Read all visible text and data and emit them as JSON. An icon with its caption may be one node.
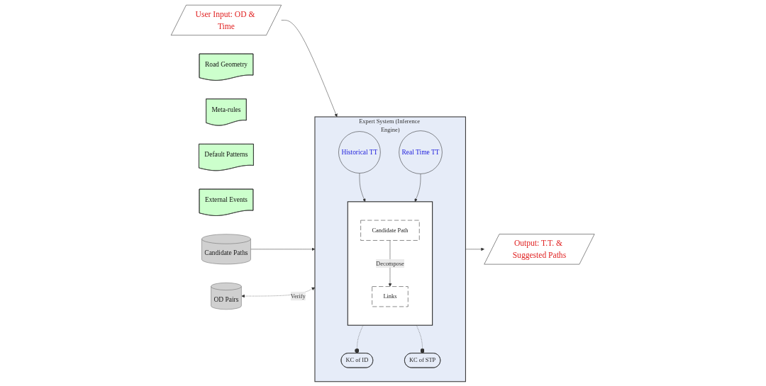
{
  "diagram": {
    "nodes": [
      {
        "text": [
          "User Input: OD & Time"
        ]
      },
      {
        "text": [
          "Expert System (Inference Engine)"
        ]
      },
      {
        "text": [
          "Road Geometry"
        ]
      },
      {
        "text": [
          "Meta-rules"
        ]
      },
      {
        "text": [
          "KC of ID"
        ],
        "in": 1
      },
      {
        "text": [],
        "shape": "box",
        "in": 1
      },
      {
        "text": [
          "Candidate Path"
        ],
        "in": 5
      },
      {
        "text": [
          "Links"
        ],
        "in": 5
      },
      {
        "text": [
          "KC of STP"
        ],
        "in": 1
      },
      {
        "text": [
          "Historical TT"
        ],
        "in": 1
      },
      {
        "text": [
          "Real Time TT"
        ],
        "in": 1
      },
      {
        "text": [
          "Output: T.T. & Suggested Paths"
        ]
      },
      {
        "text": [
          "Default Patterns"
        ]
      },
      {
        "text": [
          "External Events"
        ]
      },
      {
        "text": [
          "Candidate Paths"
        ]
      },
      {
        "text": [
          "OD Pairs"
        ]
      }
    ],
    "edges": [
      {
        "from": 0,
        "to": 1,
        "arrow": "to"
      },
      {
        "from": 1,
        "to": 11,
        "arrow": "to"
      },
      {
        "from": 5,
        "to": 4,
        "arrow": "other",
        "style": "dashed"
      },
      {
        "from": 5,
        "to": 8,
        "arrow": "other",
        "style": "dashed"
      },
      {
        "from": 6,
        "to": 7,
        "arrow": "to",
        "label": "Decompose"
      },
      {
        "from": 9,
        "to": 5,
        "arrow": "to"
      },
      {
        "from": 10,
        "to": 5,
        "arrow": "to"
      },
      {
        "from": 14,
        "to": 1,
        "arrow": "to"
      },
      {
        "from": 15,
        "to": 1,
        "arrow": "both",
        "style": "dashed",
        "label": "Verify"
      }
    ]
  }
}
